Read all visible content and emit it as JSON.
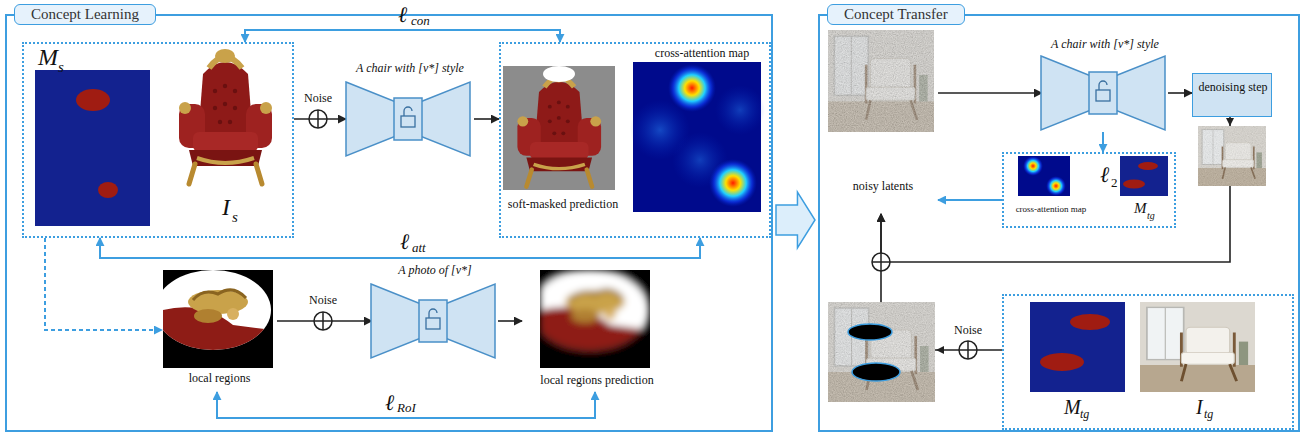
{
  "diagram": {
    "nodes": [
      {
        "text": [
          "Concept Learning"
        ]
      },
      {
        "text": [
          "M",
          "s",
          "I",
          "s"
        ],
        "in": 0
      },
      {
        "text": [
          "A chair with [v*] style"
        ],
        "in": 0
      },
      {
        "text": [
          "soft-masked prediction",
          "cross-attention map"
        ],
        "in": 0
      },
      {
        "text": [
          "local regions"
        ],
        "in": 0
      },
      {
        "text": [
          "A photo of [v*]"
        ],
        "in": 0
      },
      {
        "text": [
          "local regions prediction"
        ],
        "in": 0
      },
      {
        "text": [
          "Concept Transfer"
        ]
      },
      {
        "text": [
          "noisy latents"
        ],
        "in": 7
      },
      {
        "text": [
          "A chair with [v*] style"
        ],
        "in": 7
      },
      {
        "text": [
          "denoising step"
        ],
        "in": 7
      },
      {
        "text": [
          "cross-attention map",
          "ℓ",
          "2",
          "M",
          "tg"
        ],
        "in": 7
      },
      {
        "text": [
          "M",
          "tg",
          "I",
          "tg"
        ],
        "in": 7
      }
    ],
    "edges": [
      {
        "from": 1,
        "to": 2,
        "arrow": "to",
        "label": "Noise"
      },
      {
        "from": 2,
        "to": 3,
        "arrow": "to"
      },
      {
        "from": 3,
        "to": 1,
        "arrow": "both"
      },
      {
        "from": 1,
        "to": 3,
        "arrow": "both"
      },
      {
        "from": 1,
        "to": 4,
        "arrow": "to"
      },
      {
        "from": 4,
        "to": 5,
        "arrow": "to",
        "label": "Noise"
      },
      {
        "from": 5,
        "to": 6,
        "arrow": "to"
      },
      {
        "from": 4,
        "to": 6,
        "arrow": "both"
      },
      {
        "from": 0,
        "to": 7,
        "arrow": "to"
      },
      {
        "from": 8,
        "to": 9,
        "arrow": "to"
      },
      {
        "from": 9,
        "to": 10,
        "arrow": "to"
      },
      {
        "from": 10,
        "to": 8,
        "arrow": "to"
      },
      {
        "from": 9,
        "to": 11,
        "arrow": "to"
      },
      {
        "from": 11,
        "to": 8,
        "arrow": "to"
      },
      {
        "from": 12,
        "to": 8,
        "arrow": "to",
        "label": "Noise"
      }
    ],
    "labels": [
      "ℓ",
      "con",
      "ℓ",
      "att",
      "ℓ",
      "RoI"
    ]
  }
}
